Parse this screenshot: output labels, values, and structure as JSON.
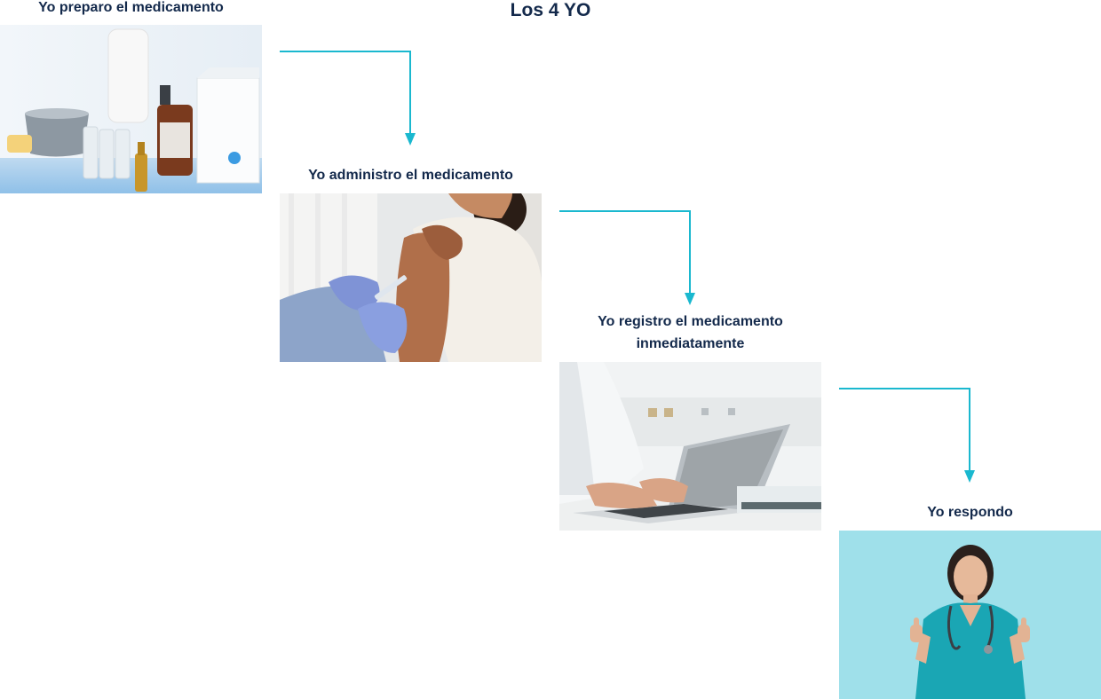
{
  "title": "Los 4 YO",
  "colors": {
    "text": "#13294b",
    "connector": "#1ab8cf",
    "nurse_background": "#9fe0ea",
    "scrubs": "#1aa6b4"
  },
  "steps": [
    {
      "label": "Yo preparo el medicamento",
      "image": "medicine-supplies-photo"
    },
    {
      "label": "Yo administro el medicamento",
      "image": "vaccination-photo"
    },
    {
      "label_lines": [
        "Yo registro el medicamento",
        "inmediatamente"
      ],
      "image": "laptop-typing-photo"
    },
    {
      "label": "Yo respondo",
      "image": "nurse-thumbs-up-photo"
    }
  ]
}
